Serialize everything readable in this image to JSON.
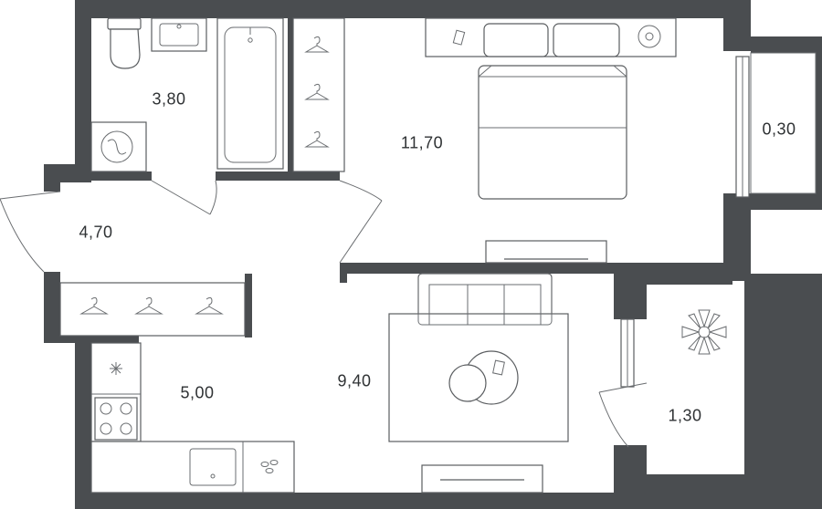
{
  "rooms": {
    "bathroom": "3,80",
    "bedroom": "11,70",
    "balcony_top": "0,30",
    "hall": "4,70",
    "kitchen": "5,00",
    "living": "9,40",
    "balcony_bottom": "1,30"
  },
  "colors": {
    "wall": "#4a4d50",
    "line": "#5a5d60",
    "background": "#ffffff"
  }
}
